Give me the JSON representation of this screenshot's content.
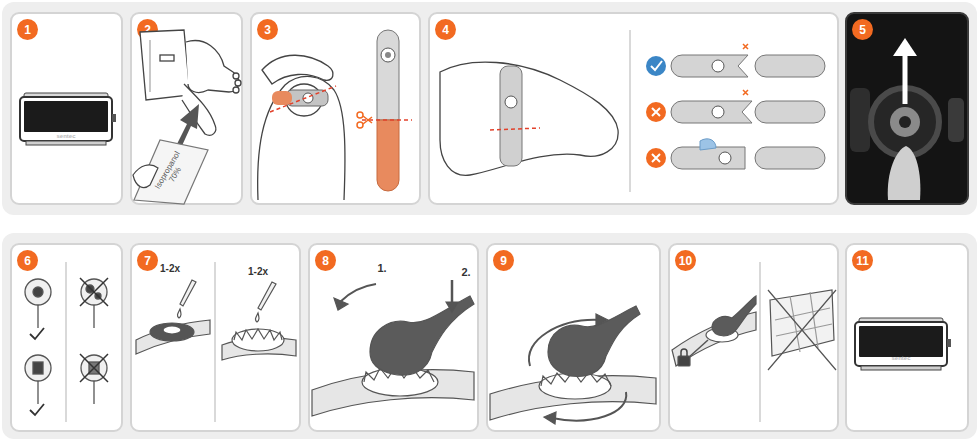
{
  "diagram": {
    "nodes": [
      {
        "text": [
          "1"
        ]
      },
      {
        "text": [
          "2"
        ]
      },
      {
        "text": [
          "3"
        ]
      },
      {
        "text": [
          "4"
        ]
      },
      {
        "text": [
          "5"
        ]
      },
      {
        "text": [
          "6"
        ]
      },
      {
        "text": [
          "7"
        ]
      },
      {
        "text": [
          "8"
        ]
      },
      {
        "text": [
          "9"
        ]
      },
      {
        "text": [
          "10"
        ]
      },
      {
        "text": [
          "11"
        ]
      }
    ],
    "labels": [
      "Isopropanol 70%",
      "sentec",
      "1-2x",
      "1-2x",
      "1.",
      "2.",
      "sentec"
    ]
  }
}
